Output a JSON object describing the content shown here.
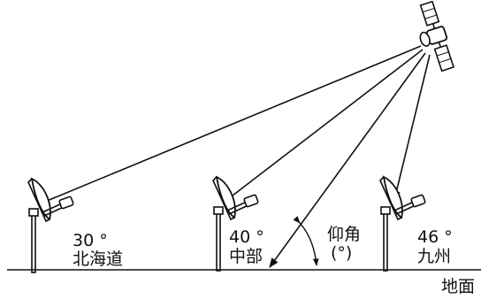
{
  "stations": [
    {
      "angle": "30 °",
      "region": "北海道"
    },
    {
      "angle": "40 °",
      "region": "中部"
    },
    {
      "angle": "46 °",
      "region": "九州"
    }
  ],
  "elevation": {
    "label": "仰角",
    "unit": "(°)"
  },
  "ground_label": "地面",
  "satellite_icon": "satellite-icon",
  "dish_icon": "satellite-dish-icon",
  "colors": {
    "ink": "#111111",
    "background": "#ffffff"
  }
}
